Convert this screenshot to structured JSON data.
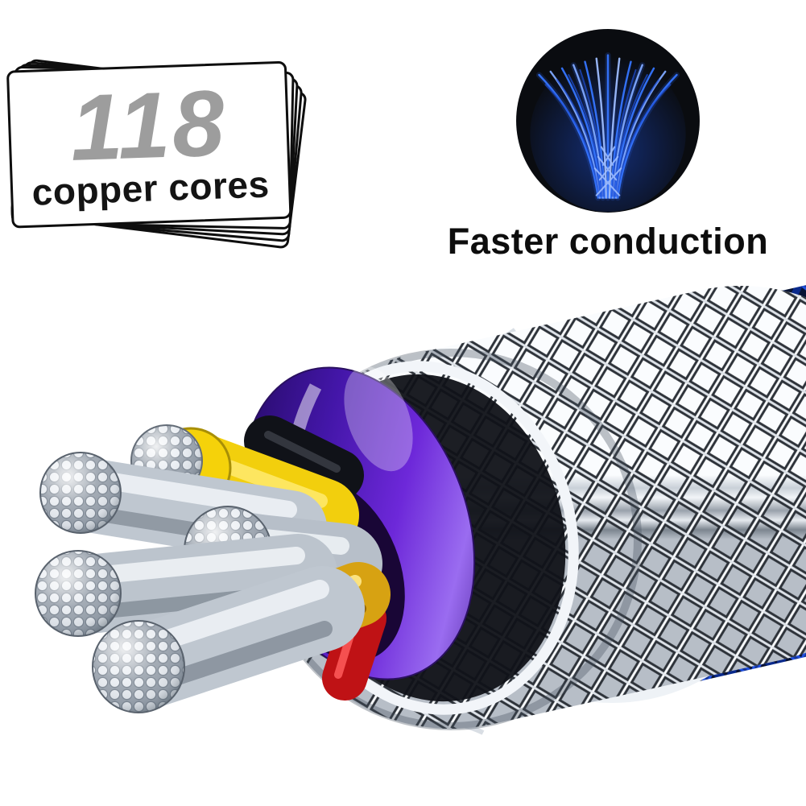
{
  "badge": {
    "number": "118",
    "label": "copper cores"
  },
  "callout": {
    "label": "Faster conduction"
  },
  "colors": {
    "badge_number_gray": "#9d9d9d",
    "text_black": "#0d0d0d",
    "glow_blue": "#2e6bff",
    "jacket_blue": "#2150e0",
    "inner_sheath_purple": "#6d28d9",
    "wire_yellow": "#f5d20a",
    "wire_gold": "#d7a212",
    "wire_red": "#bf1215",
    "strand_silver": "#e9edf2"
  },
  "icons": {
    "wire_fan": "blue-wire-strands-icon",
    "cable": "cable-cutaway-illustration"
  }
}
